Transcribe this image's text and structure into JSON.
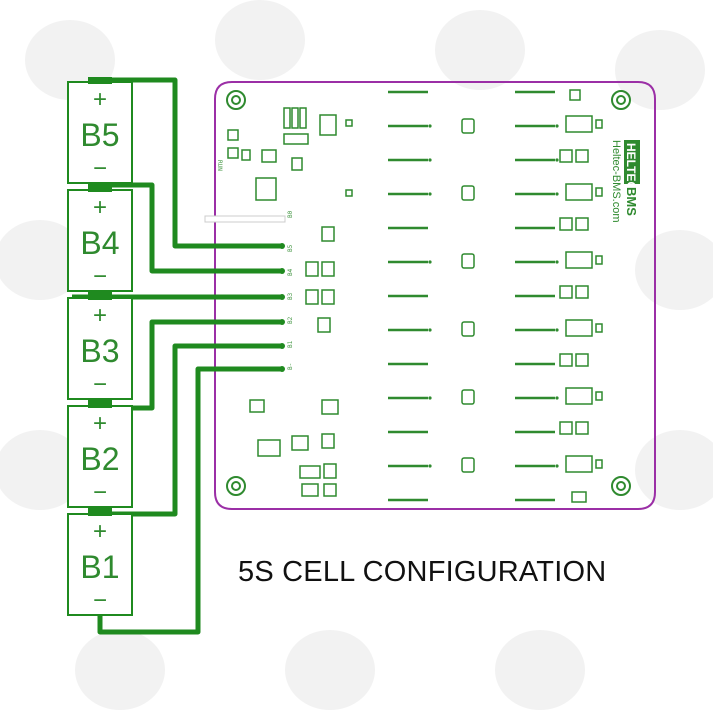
{
  "caption": "5S CELL CONFIGURATION",
  "brand": {
    "logo_text": "HELTEC",
    "suffix": "BMS",
    "website": "Heltec-BMS.com"
  },
  "board_label": "RUN",
  "pin_labels": [
    "B0",
    "B5",
    "B4",
    "B3",
    "B2",
    "B1",
    "B-"
  ],
  "cells": [
    {
      "label": "B5",
      "plus": "+",
      "minus": "−"
    },
    {
      "label": "B4",
      "plus": "+",
      "minus": "−"
    },
    {
      "label": "B3",
      "plus": "+",
      "minus": "−"
    },
    {
      "label": "B2",
      "plus": "+",
      "minus": "−"
    },
    {
      "label": "B1",
      "plus": "+",
      "minus": "−"
    }
  ],
  "colors": {
    "wire": "#1f8a1f",
    "board_outline": "#9b2fa6",
    "silkscreen": "#2f8a2f",
    "watermark": "#eeeeee"
  }
}
